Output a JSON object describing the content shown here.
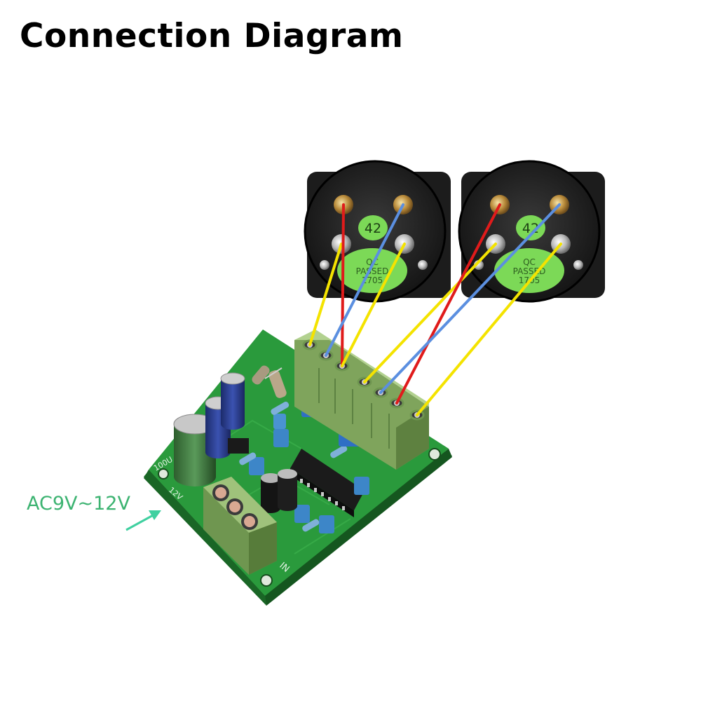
{
  "title": "Connection Diagram",
  "power_label": "AC9V~12V",
  "meters": [
    {
      "sticker": "42",
      "qc_lines": [
        "QC",
        "PASSED",
        "1705"
      ]
    },
    {
      "sticker": "42",
      "qc_lines": [
        "QC",
        "PASSED",
        "1705"
      ]
    }
  ],
  "board": {
    "silkscreen": [
      "100U",
      "12V",
      "IN"
    ]
  },
  "wire_colors": {
    "yellow": "#f4e300",
    "red": "#e01b1b",
    "blue": "#5b8fe0"
  },
  "colors": {
    "pcb": "#2a9a3c",
    "terminal": "#8fb46a",
    "arrow": "#3fd0a0",
    "sticker": "#7cd957"
  }
}
